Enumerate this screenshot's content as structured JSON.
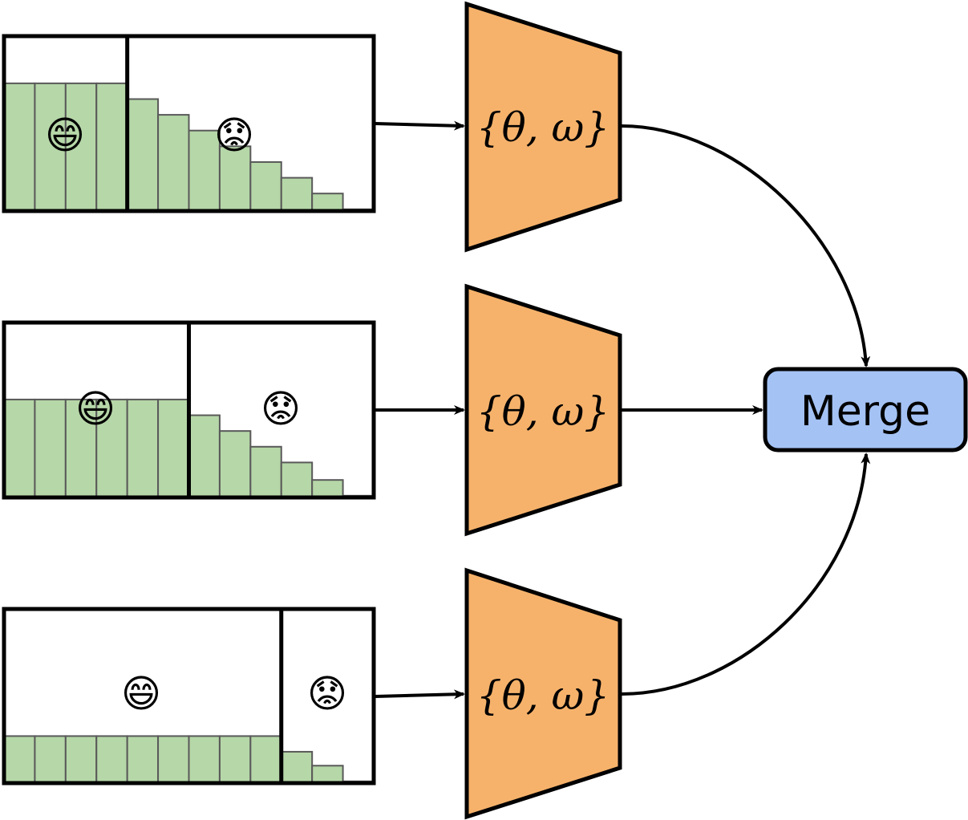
{
  "rows": [
    {
      "id": "row-1",
      "bars": [
        0.73,
        0.73,
        0.73,
        0.73,
        0.64,
        0.55,
        0.46,
        0.37,
        0.28,
        0.19,
        0.1,
        0.01
      ],
      "split_after": 4,
      "happy_emoji": "😄",
      "sad_emoji": "😟"
    },
    {
      "id": "row-2",
      "bars": [
        0.56,
        0.56,
        0.56,
        0.56,
        0.56,
        0.56,
        0.47,
        0.38,
        0.29,
        0.2,
        0.1,
        0.01
      ],
      "split_after": 6,
      "happy_emoji": "😄",
      "sad_emoji": "😟"
    },
    {
      "id": "row-3",
      "bars": [
        0.27,
        0.27,
        0.27,
        0.27,
        0.27,
        0.27,
        0.27,
        0.27,
        0.27,
        0.18,
        0.1,
        0.01
      ],
      "split_after": 9,
      "happy_emoji": "😄",
      "sad_emoji": "😟"
    }
  ],
  "model_label": "{θ, ω}",
  "merge_label": "Merge",
  "colors": {
    "bar_fill": "#b6d7a8",
    "model_fill": "#f6b26b",
    "merge_fill": "#a4c2f4"
  },
  "icons": {
    "happy": "grinning-face-icon",
    "sad": "worried-face-icon"
  }
}
